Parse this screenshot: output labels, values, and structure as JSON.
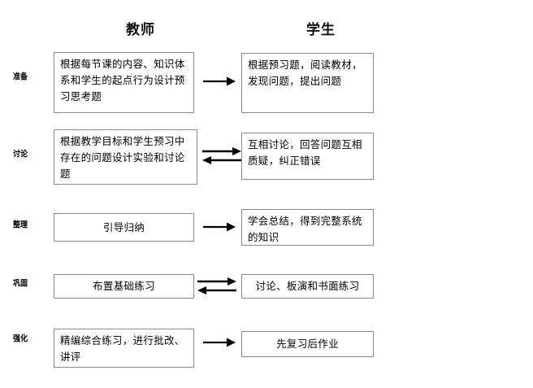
{
  "headers": {
    "teacher": "教师",
    "student": "学生"
  },
  "rows": [
    {
      "stage": "准备",
      "teacher": "根据每节课的内容、知识体系和学生的起点行为设计预习思考题",
      "student": "根据预习题，阅读教材，发现问题，提出问题",
      "arrow": "single-right"
    },
    {
      "stage": "讨论",
      "teacher": "根据教学目标和学生预习中存在的问题设计实验和讨论题",
      "student": "互相讨论，回答问题互相质疑，纠正错误",
      "arrow": "double"
    },
    {
      "stage": "整理",
      "teacher": "引导归纳",
      "student": "学会总结，得到完整系统的知识",
      "arrow": "single-right"
    },
    {
      "stage": "巩固",
      "teacher": "布置基础练习",
      "student": "讨论、板演和书面练习",
      "arrow": "double"
    },
    {
      "stage": "强化",
      "teacher": "精编综合练习，进行批改、讲评",
      "student": "先复习后作业",
      "arrow": "single-right"
    }
  ],
  "colors": {
    "box_border": "#8a8a8a",
    "text": "#000000",
    "arrow": "#000000",
    "background": "#ffffff"
  }
}
